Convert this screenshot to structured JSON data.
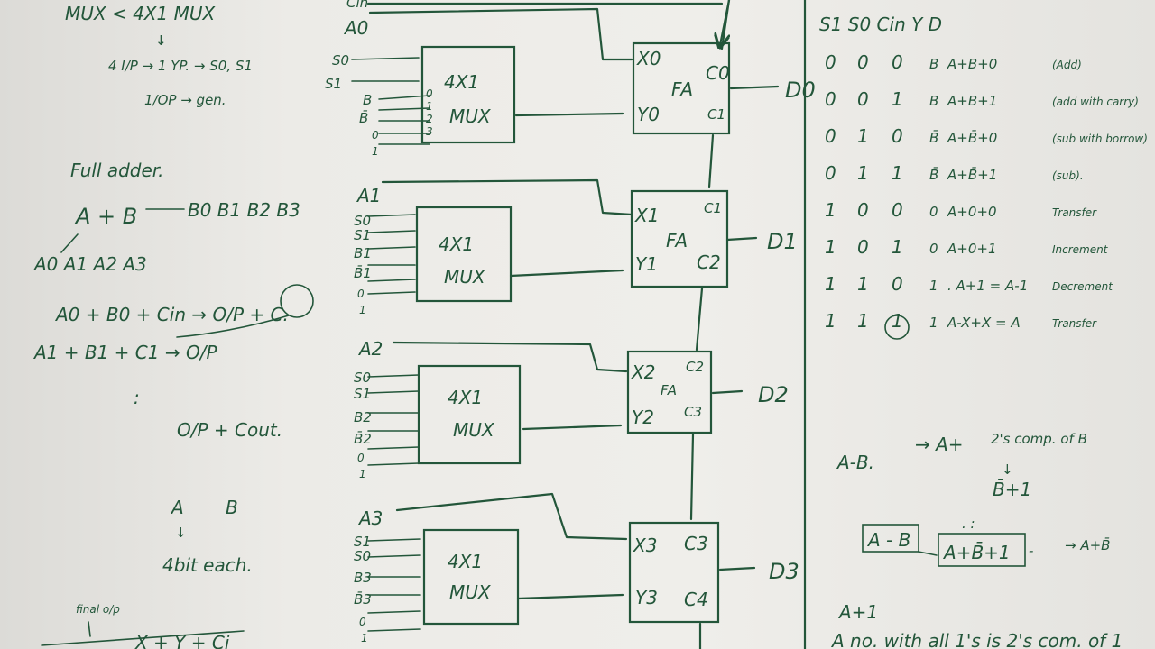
{
  "notes": {
    "mux_title": "MUX < 4X1 MUX",
    "mux_io": "4 I/P → 1 YP. → S0, S1",
    "mux_op": "1/OP → gen.",
    "full_adder": "Full adder.",
    "a_plus_b": "A + B",
    "b_bits": "B0 B1 B2 B3",
    "a_bits": "A0 A1 A2 A3",
    "eq1": "A0 + B0 + Cin → O/P + C.",
    "eq2": "A1 + B1 + C1 → O/P",
    "dots": ":",
    "eq3": "O/P + Cout.",
    "ab_a": "A",
    "ab_b": "B",
    "four_bit": "4bit each.",
    "final_op": "final o/p",
    "bottom_eq": "X + Y + Ci"
  },
  "circuit": {
    "cin_label": "Cin",
    "stages": [
      {
        "a": "A0",
        "in1": "S0",
        "in2": "S1",
        "in3": "B",
        "in4": "B̄",
        "in5": "0",
        "in6": "1",
        "mux1": "4X1",
        "mux2": "MUX",
        "x": "X0",
        "y": "Y0",
        "fa": "FA",
        "cin": "C0",
        "cout": "C1",
        "d": "D0"
      },
      {
        "a": "A1",
        "in1": "S0",
        "in2": "S1",
        "in3": "B1",
        "in4": "B̄1",
        "in5": "0",
        "in6": "1",
        "mux1": "4X1",
        "mux2": "MUX",
        "x": "X1",
        "y": "Y1",
        "fa": "FA",
        "cin": "C1",
        "cout": "C2",
        "d": "D1"
      },
      {
        "a": "A2",
        "in1": "S0",
        "in2": "S1",
        "in3": "B2",
        "in4": "B̄2",
        "in5": "0",
        "in6": "1",
        "mux1": "4X1",
        "mux2": "MUX",
        "x": "X2",
        "y": "Y2",
        "fa": "FA",
        "cin": "C2",
        "cout": "C3",
        "d": "D2"
      },
      {
        "a": "A3",
        "in1": "S1",
        "in2": "S0",
        "in3": "B3",
        "in4": "B̄3",
        "in5": "0",
        "in6": "1",
        "mux1": "4X1",
        "mux2": "MUX",
        "x": "X3",
        "y": "Y3",
        "fa": "",
        "cin": "C3",
        "cout": "C4",
        "d": "D3"
      }
    ],
    "mux0_pins": [
      "0",
      "1",
      "2",
      "3"
    ]
  },
  "table": {
    "header": "S1 S0 Cin Y D",
    "rows": [
      {
        "s1": "0",
        "s0": "0",
        "cin": "0",
        "y": "B",
        "d": "A+B+0",
        "desc": "(Add)"
      },
      {
        "s1": "0",
        "s0": "0",
        "cin": "1",
        "y": "B",
        "d": "A+B+1",
        "desc": "(add with carry)"
      },
      {
        "s1": "0",
        "s0": "1",
        "cin": "0",
        "y": "B̄",
        "d": "A+B̄+0",
        "desc": "(sub with borrow)"
      },
      {
        "s1": "0",
        "s0": "1",
        "cin": "1",
        "y": "B̄",
        "d": "A+B̄+1",
        "desc": "(sub)."
      },
      {
        "s1": "1",
        "s0": "0",
        "cin": "0",
        "y": "0",
        "d": "A+0+0",
        "desc": "Transfer"
      },
      {
        "s1": "1",
        "s0": "0",
        "cin": "1",
        "y": "0",
        "d": "A+0+1",
        "desc": "Increment"
      },
      {
        "s1": "1",
        "s0": "1",
        "cin": "0",
        "y": "1",
        "d": ". A+1 = A-1",
        "desc": "Decrement"
      },
      {
        "s1": "1",
        "s0": "1",
        "cin": "1",
        "y": "1",
        "d": "A-X+X = A",
        "desc": "Transfer"
      }
    ]
  },
  "right_notes": {
    "amb": "A-B.",
    "arrow_a": "→ A+",
    "twos": "2's comp. of B",
    "down": "↓",
    "bbar1": "B̄+1",
    "box1": "A - B",
    "box2": "A+B̄+1",
    "box2_tail": "→ A+B̄",
    "a_plus_1": "A+1",
    "all1s": "A no. with all 1's is 2's com. of 1"
  }
}
